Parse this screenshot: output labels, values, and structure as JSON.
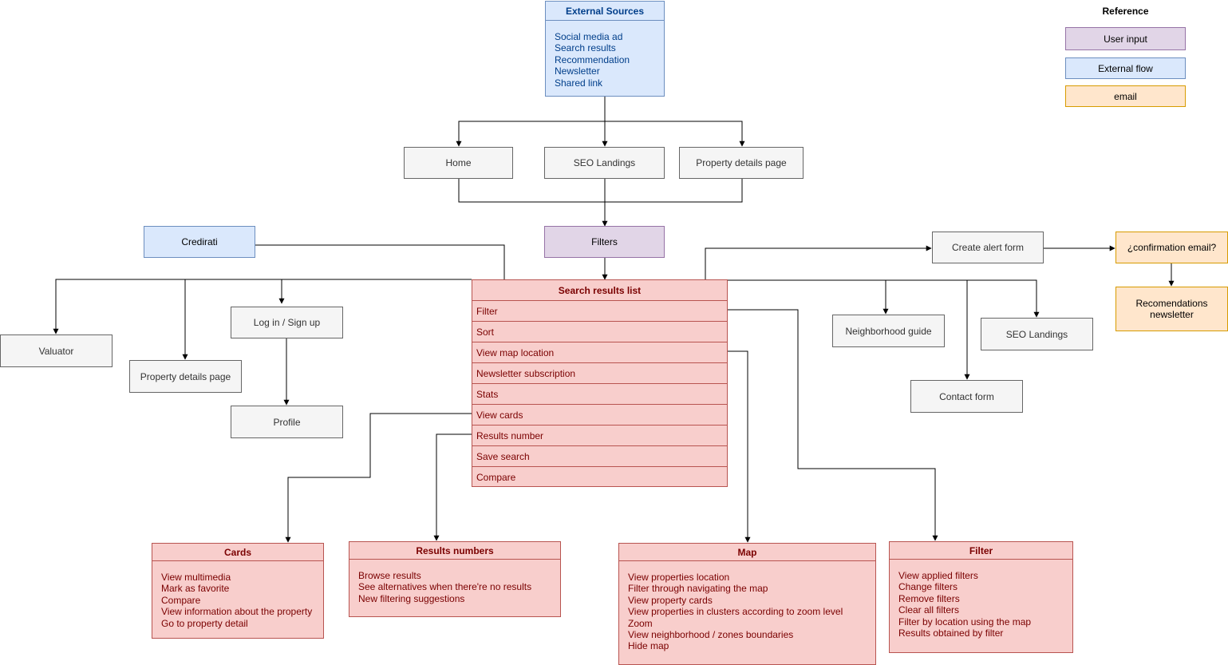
{
  "external_sources": {
    "title": "External Sources",
    "items": [
      "Social media ad",
      "Search results",
      "Recommendation",
      "Newsletter",
      "Shared link"
    ]
  },
  "nodes": {
    "home": "Home",
    "seo_landings_top": "SEO Landings",
    "property_details_top": "Property details page",
    "credirati": "Credirati",
    "filters": "Filters",
    "create_alert_form": "Create alert form",
    "confirmation_email": "¿confirmation email?",
    "recommendations_newsletter": "Recomendations newsletter",
    "valuator": "Valuator",
    "property_details_left": "Property details page",
    "login_signup": "Log in / Sign up",
    "profile": "Profile",
    "neighborhood_guide": "Neighborhood guide",
    "seo_landings_right": "SEO Landings",
    "contact_form": "Contact form"
  },
  "search_results_list": {
    "title": "Search results list",
    "items": [
      "Filter",
      "Sort",
      "View map location",
      "Newsletter subscription",
      "Stats",
      "View cards",
      "Results number",
      "Save search",
      "Compare"
    ]
  },
  "cards": {
    "title": "Cards",
    "items": [
      "View multimedia",
      "Mark as favorite",
      "Compare",
      "View information about the property",
      "Go to property detail"
    ]
  },
  "results_numbers": {
    "title": "Results numbers",
    "items": [
      "Browse results",
      "See alternatives when there're no results",
      "New filtering suggestions"
    ]
  },
  "map": {
    "title": "Map",
    "items": [
      "View properties location",
      "Filter through navigating the map",
      "View property cards",
      "View properties in clusters according to zoom level",
      "Zoom",
      "View neighborhood / zones boundaries",
      "Hide map"
    ]
  },
  "filter_panel": {
    "title": "Filter",
    "items": [
      "View applied filters",
      "Change filters",
      "Remove filters",
      "Clear all filters",
      "Filter by location using the map",
      "Results obtained by filter"
    ]
  },
  "reference": {
    "title": "Reference",
    "user_input": "User input",
    "external_flow": "External flow",
    "email": "email"
  },
  "colors": {
    "gray_fill": "#f5f5f5",
    "blue_fill": "#dae8fc",
    "purple_fill": "#e1d5e7",
    "orange_fill": "#ffe6cc",
    "red_fill": "#f8cecc",
    "red_border": "#b85450"
  }
}
